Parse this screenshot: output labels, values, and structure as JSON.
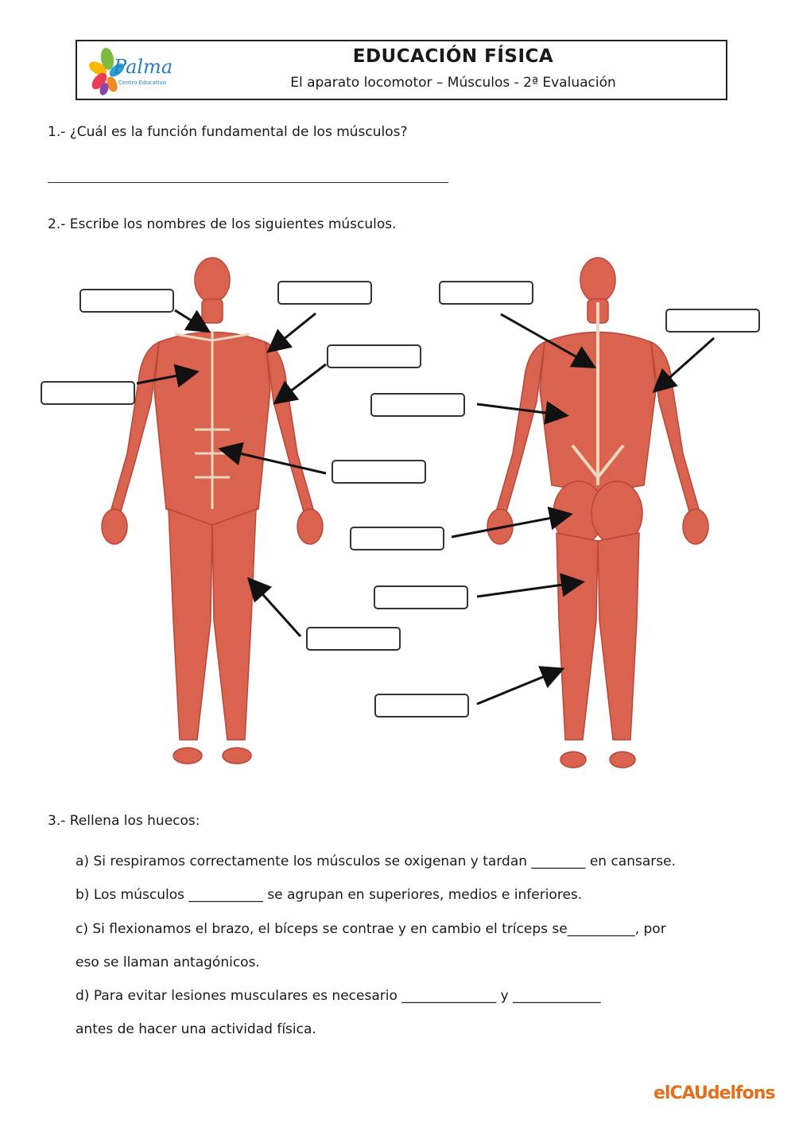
{
  "header": {
    "logo_name": "Palma",
    "logo_sub": "Centro Educativo",
    "title": "EDUCACIÓN FÍSICA",
    "subtitle": "El aparato locomotor – Músculos - 2ª Evaluación"
  },
  "questions": {
    "q1": "1.- ¿Cuál es la función fundamental de los músculos?",
    "q2": "2.- Escribe los nombres de los siguientes músculos.",
    "q3": "3.- Rellena los huecos:"
  },
  "fill_in": {
    "a": "a) Si respiramos correctamente los músculos se oxigenan y tardan ________ en cansarse.",
    "b": "b) Los músculos ___________ se agrupan en superiores, medios e inferiores.",
    "c1": "c) Si flexionamos el brazo, el bíceps se contrae y en cambio el tríceps se__________, por",
    "c2": "eso se llaman antagónicos.",
    "d1": "d) Para evitar lesiones musculares es necesario ______________ y _____________",
    "d2": "antes de hacer una actividad física."
  },
  "watermark": "elCAUdelfons",
  "colors": {
    "muscle": "#d9634f",
    "muscle_dark": "#b8473a",
    "tendon": "#ead7bf",
    "logo_blue": "#2a7fb8",
    "watermark": "#e0701c"
  }
}
